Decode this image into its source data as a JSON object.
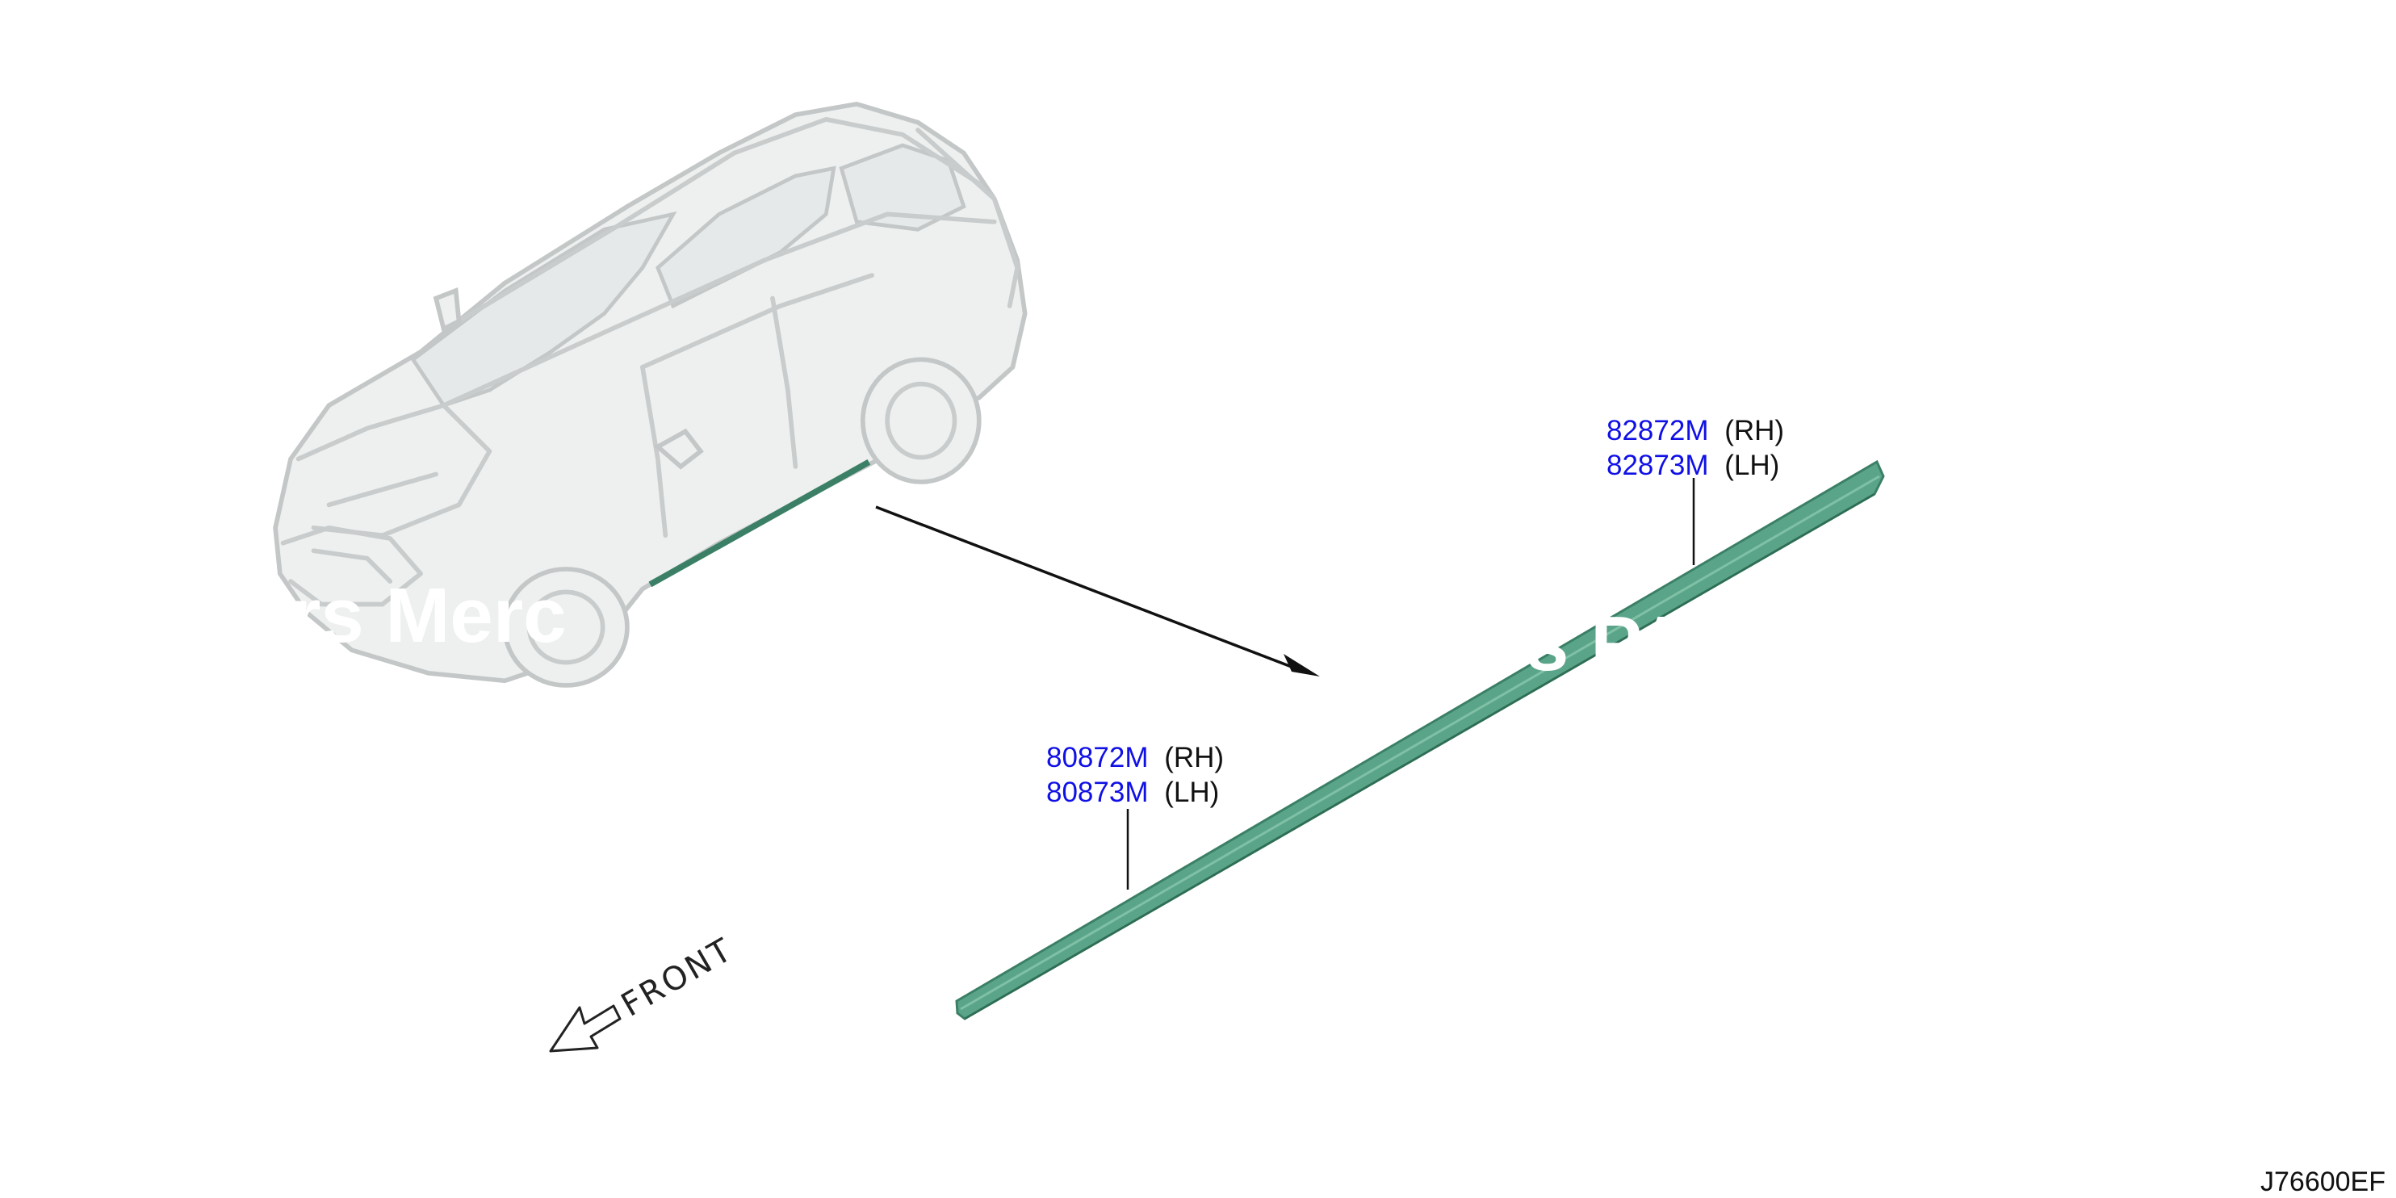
{
  "callouts": [
    {
      "part_rh": "82872M",
      "side_rh": "(RH)",
      "part_lh": "82873M",
      "side_lh": "(LH)"
    },
    {
      "part_rh": "80872M",
      "side_rh": "(RH)",
      "part_lh": "80873M",
      "side_lh": "(LH)"
    }
  ],
  "direction_label": "FRONT",
  "diagram_id": "J76600EF",
  "watermark": {
    "left": "rs Merc",
    "right": "s PA"
  },
  "colors": {
    "part_number": "#1010e6",
    "molding": "#5aa58a",
    "molding_dark": "#3b8066",
    "text": "#111111"
  },
  "icons": [
    "vehicle-outline-icon",
    "front-direction-arrow-icon",
    "pointer-arrow-icon"
  ]
}
